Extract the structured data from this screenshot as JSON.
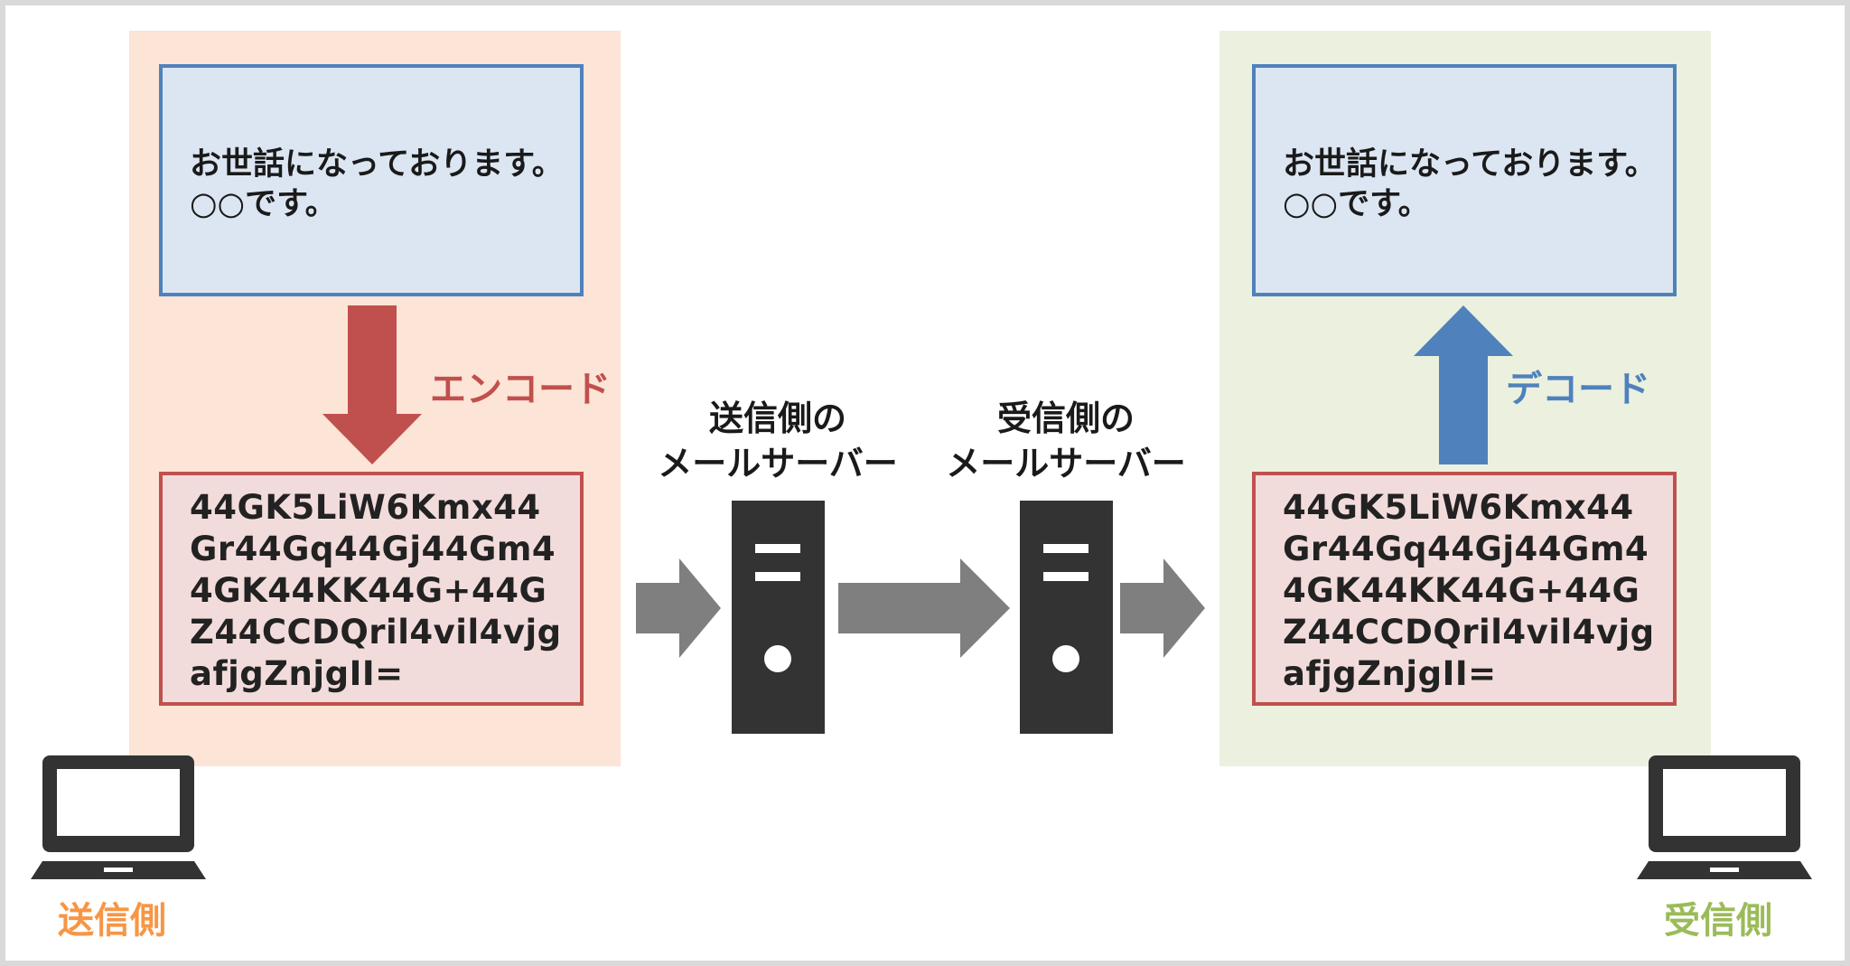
{
  "plaintext_lines": [
    "お世話になっております。",
    "○○です。"
  ],
  "encoded_lines": [
    "44GK5LiW6Kmx44",
    "Gr44Gq44Gj44Gm4",
    "4GK44KK44G+44G",
    "Z44CCDQril4vil4vjg",
    "afjgZnjgII="
  ],
  "labels": {
    "encode": "エンコード",
    "decode": "デコード",
    "sender_server": [
      "送信側の",
      "メールサーバー"
    ],
    "receiver_server": [
      "受信側の",
      "メールサーバー"
    ],
    "sender": "送信側",
    "receiver": "受信側"
  },
  "colors": {
    "sender_panel": "#fce4d6",
    "receiver_panel": "#ebf1de",
    "plain_box_fill": "#dce6f2",
    "plain_box_border": "#4f81bd",
    "encoded_box_fill": "#f2dcdb",
    "encoded_box_border": "#c0504d",
    "encode_arrow": "#c0504d",
    "decode_arrow": "#4f81bd",
    "flow_arrow": "#7f7f7f",
    "server": "#333333",
    "sender_label": "#f79646",
    "receiver_label": "#9bbb59"
  },
  "icons": {
    "server": "server-icon",
    "computer": "laptop-icon"
  }
}
